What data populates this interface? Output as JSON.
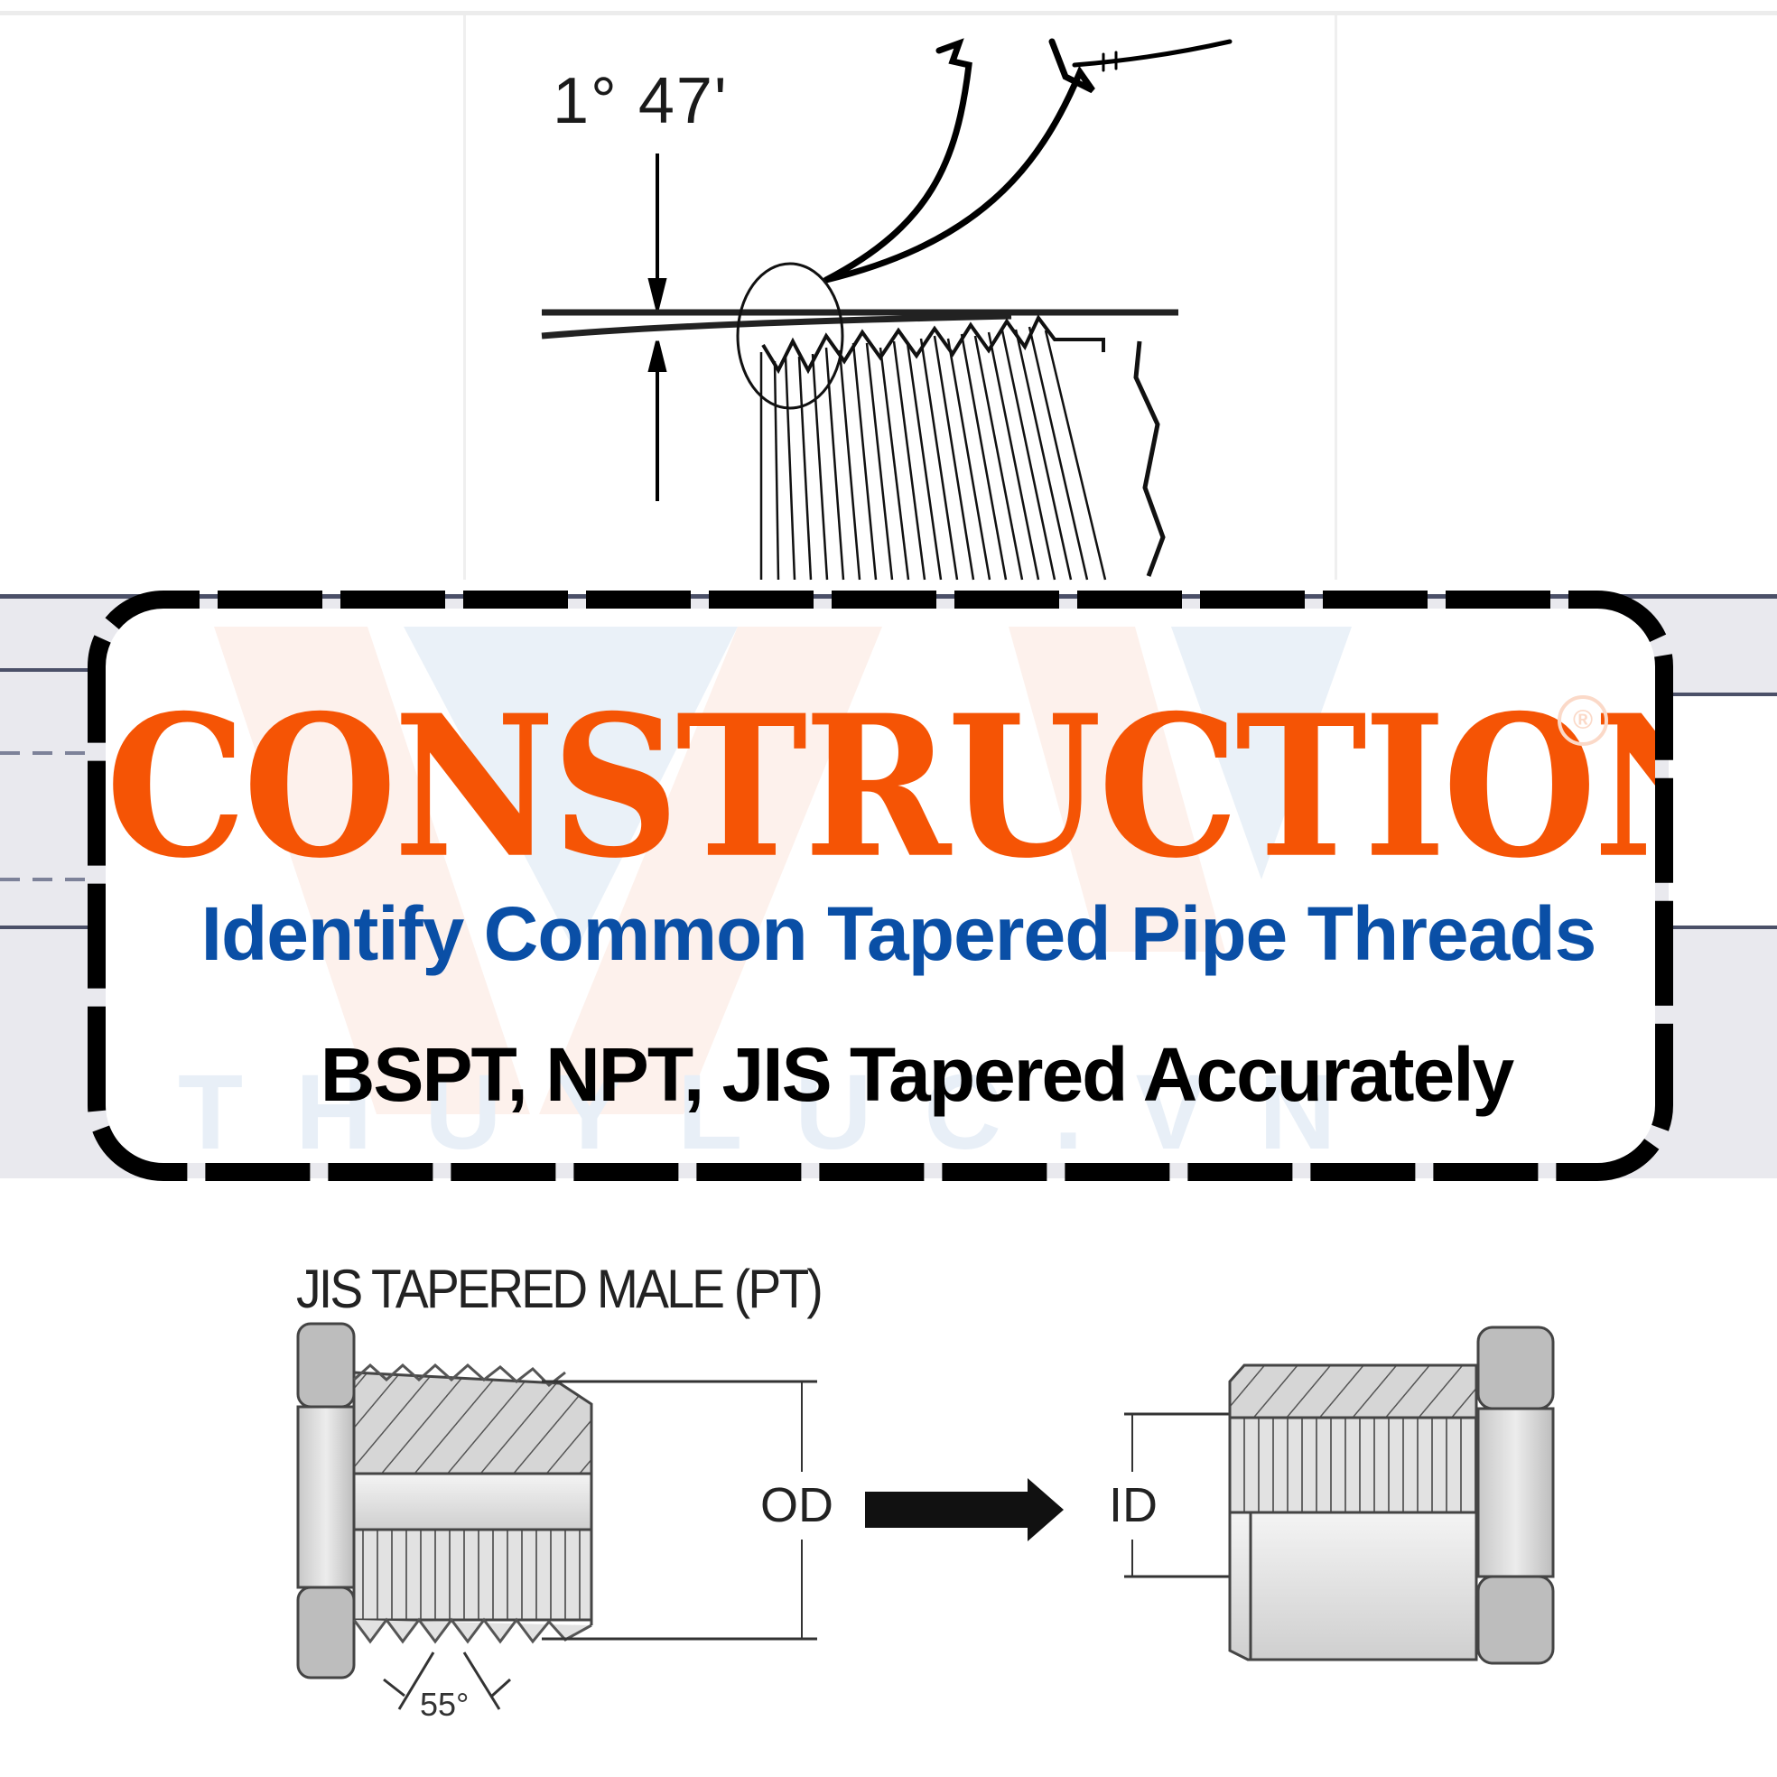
{
  "top_diagram": {
    "taper_angle_label": "1° 47'",
    "description": "Tapered thread profile with cutting tool"
  },
  "banner": {
    "title": "CONSTRUCTION",
    "registered_mark": "®",
    "subtitle": "Identify Common Tapered Pipe Threads",
    "tagline": "BSPT, NPT, JIS Tapered Accurately",
    "watermark": "THUYLUC.VN",
    "colors": {
      "title": "#F55405",
      "subtitle": "#0A4FA6",
      "tagline": "#000000",
      "border": "#000000",
      "watermark": "#E8EFF7"
    }
  },
  "bottom_diagram": {
    "heading": "JIS TAPERED MALE (PT)",
    "od_label": "OD",
    "id_label": "ID",
    "thread_angle_label": "55°",
    "arrow": "arrow-right-icon"
  }
}
